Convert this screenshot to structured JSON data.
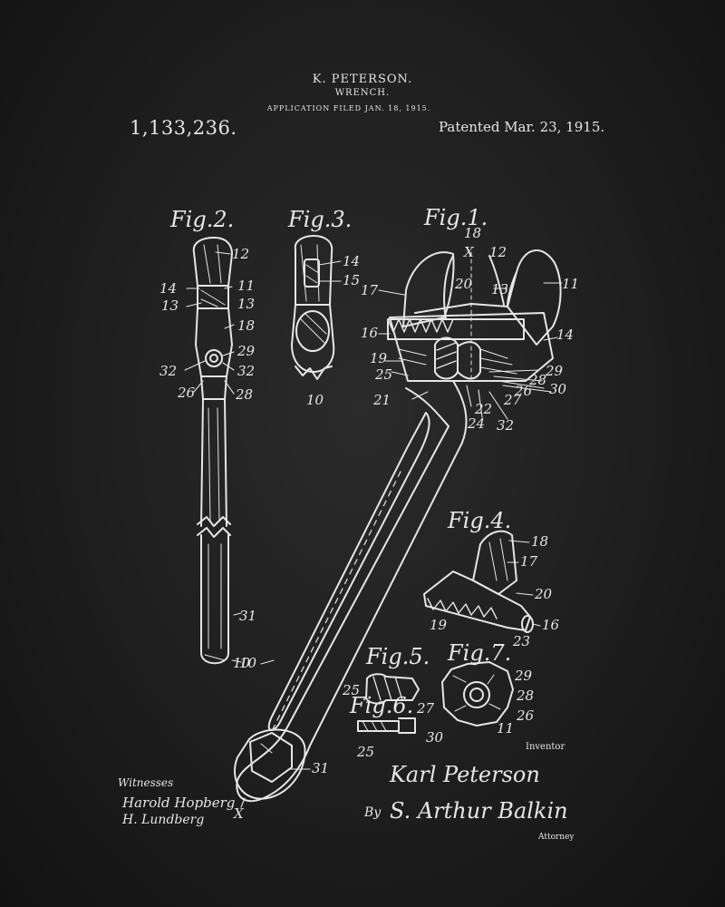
{
  "header": {
    "inventor": "K. PETERSON.",
    "title": "WRENCH.",
    "filed": "APPLICATION FILED JAN. 18, 1915.",
    "patent_number": "1,133,236.",
    "patented": "Patented Mar. 23, 1915."
  },
  "figures": {
    "fig1": "Fig.1.",
    "fig2": "Fig.2.",
    "fig3": "Fig.3.",
    "fig4": "Fig.4.",
    "fig5": "Fig.5.",
    "fig6": "Fig.6.",
    "fig7": "Fig.7."
  },
  "labels": {
    "fig1": [
      "18",
      "X",
      "12",
      "11",
      "17",
      "20",
      "13",
      "16",
      "14",
      "19",
      "25",
      "29",
      "28",
      "26",
      "30",
      "27",
      "21",
      "22",
      "24",
      "32",
      "10",
      "31",
      "X"
    ],
    "fig2": [
      "12",
      "14",
      "13",
      "11",
      "18",
      "29",
      "32",
      "32",
      "26",
      "28",
      "31",
      "10"
    ],
    "fig3": [
      "14",
      "15",
      "10"
    ],
    "fig4": [
      "18",
      "17",
      "20",
      "19",
      "16",
      "23"
    ],
    "fig5": [
      "25",
      "27"
    ],
    "fig6": [
      "30",
      "25"
    ],
    "fig7": [
      "29",
      "28",
      "26",
      "11"
    ]
  },
  "footer": {
    "witnesses_label": "Witnesses",
    "witness_1": "Harold Hopberg",
    "witness_2": "H. Lundberg",
    "inventor_label": "Inventor",
    "inventor_signature": "Karl Peterson",
    "by_label": "By",
    "attorney_signature": "S. Arthur Balkin",
    "attorney_label": "Attorney"
  },
  "colors": {
    "background": "#1e1e1e",
    "ink": "#e8e8e8"
  }
}
